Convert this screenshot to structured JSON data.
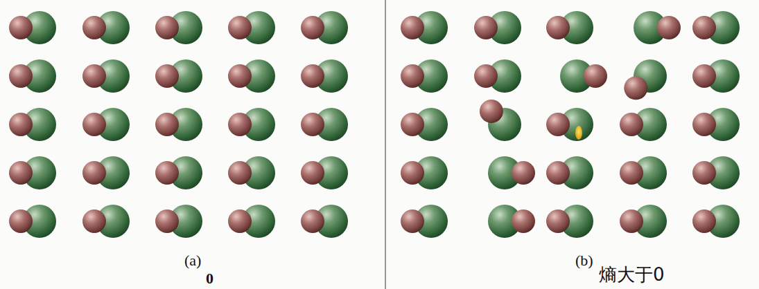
{
  "diagram": {
    "labels": [
      "(a)",
      "0",
      "(b)",
      "熵大于0"
    ]
  }
}
